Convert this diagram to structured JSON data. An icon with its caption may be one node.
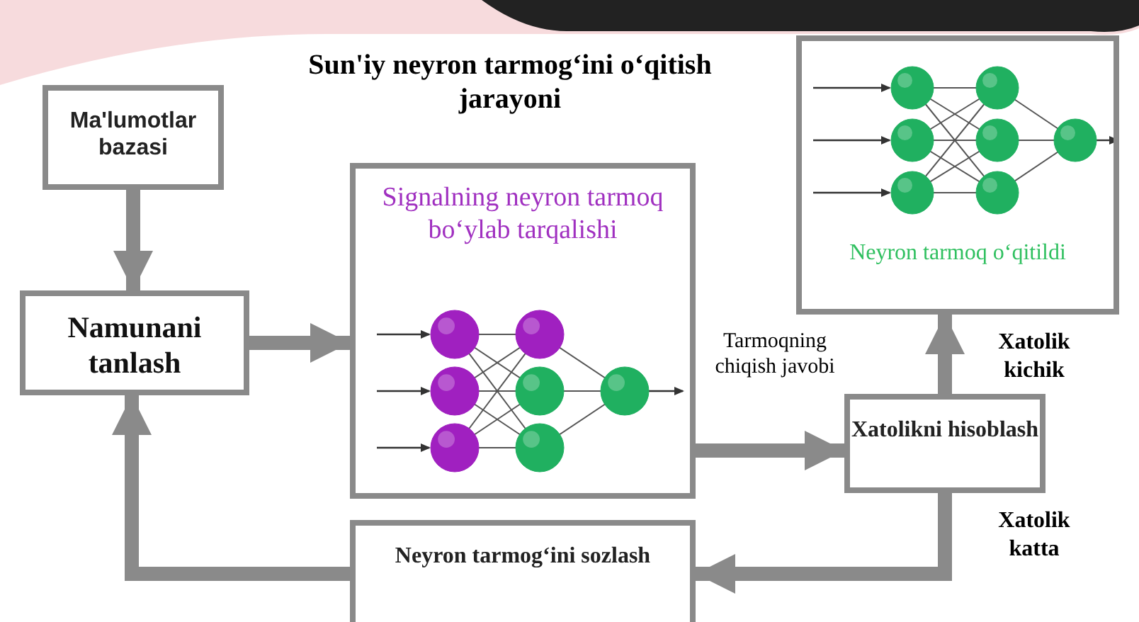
{
  "diagram": {
    "title": "Sun'iy neyron tarmog‘ini o‘qitish jarayoni",
    "nodes": [
      {
        "text": [
          "Ma'lumotlar bazasi"
        ]
      },
      {
        "text": [
          "Namunani tanlash"
        ]
      },
      {
        "text": [
          "Signalning neyron tarmoq bo‘ylab tarqalishi"
        ]
      },
      {
        "text": [
          "Neyron tarmoq o‘qitildi"
        ]
      },
      {
        "text": [
          "Xatolikni hisoblash"
        ]
      },
      {
        "text": [
          "Neyron tarmog‘ini sozlash"
        ]
      }
    ],
    "edges": [
      {
        "from": 0,
        "to": 1,
        "arrow": "to"
      },
      {
        "from": 1,
        "to": 2,
        "arrow": "to"
      },
      {
        "from": 2,
        "to": 4,
        "arrow": "to",
        "label": "Tarmoqning chiqish javobi"
      },
      {
        "from": 4,
        "to": 3,
        "arrow": "to",
        "label": "Xatolik kichik"
      },
      {
        "from": 4,
        "to": 5,
        "arrow": "to",
        "label": "Xatolik katta"
      },
      {
        "from": 5,
        "to": 1,
        "arrow": "to"
      }
    ]
  }
}
